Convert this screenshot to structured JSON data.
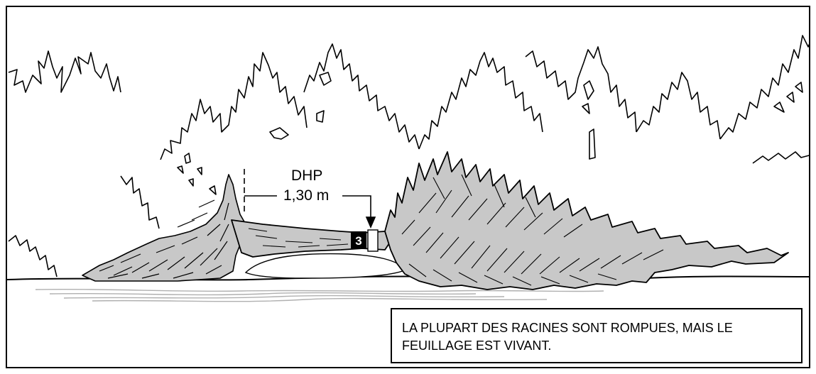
{
  "labels": {
    "dhp": "DHP",
    "height": "1,30 m",
    "tag_number": "3"
  },
  "caption": {
    "text": "LA PLUPART DES RACINES SONT ROMPUES, MAIS LE FEUILLAGE EST VIVANT."
  },
  "colors": {
    "line": "#000000",
    "fill": "#c8c8c8",
    "ground_streaks": "#b0b0b0",
    "background": "#ffffff"
  }
}
